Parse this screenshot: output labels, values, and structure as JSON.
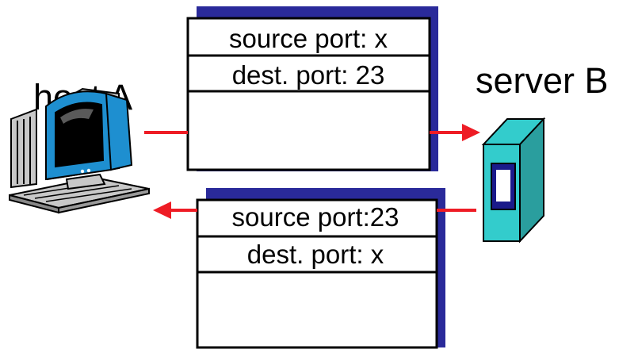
{
  "labels": {
    "host": "host A",
    "server": "server B"
  },
  "segment_out": {
    "source": "source port: x",
    "dest": "dest. port: 23"
  },
  "segment_back": {
    "source": "source port:23",
    "dest": "dest. port: x"
  },
  "colors": {
    "arrow": "#ee1c25",
    "shadow": "#2a2a9a",
    "server_fill": "#33cccc",
    "monitor": "#1e8fd0"
  }
}
